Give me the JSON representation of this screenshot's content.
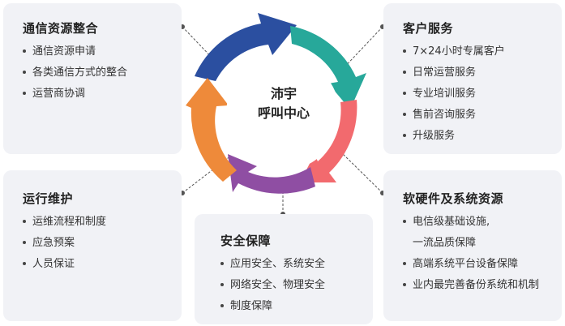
{
  "center": {
    "line1": "沛宇",
    "line2": "呼叫中心"
  },
  "colors": {
    "blue": "#2b4fa0",
    "teal": "#27a89a",
    "coral": "#f26a6e",
    "purple": "#8f4ea3",
    "orange": "#ee8a3a"
  },
  "cards": {
    "tl": {
      "title": "通信资源整合",
      "items": [
        "通信资源申请",
        "各类通信方式的整合",
        "运营商协调"
      ]
    },
    "tr": {
      "title": "客户服务",
      "items": [
        "7×24小时专属客户",
        "日常运营服务",
        "专业培训服务",
        "售前咨询服务",
        "升级服务"
      ]
    },
    "bl": {
      "title": "运行维护",
      "items": [
        "运维流程和制度",
        "应急预案",
        "人员保证"
      ]
    },
    "bm": {
      "title": "安全保障",
      "items": [
        "应用安全、系统安全",
        "网络安全、物理安全",
        "制度保障"
      ]
    },
    "br": {
      "title": "软硬件及系统资源",
      "items": [
        "电信级基础设施,",
        "一流品质保障",
        "高端系统平台设备保障",
        "业内最完善备份系统和机制"
      ]
    }
  }
}
